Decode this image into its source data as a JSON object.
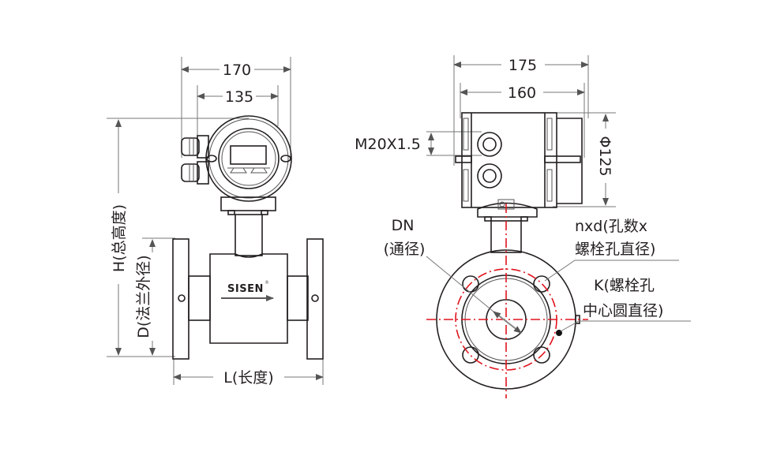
{
  "front_view": {
    "dim_width_outer": "170",
    "dim_width_inner": "135",
    "dim_height": "H(总高度)",
    "dim_flange_diameter": "D(法兰外径)",
    "dim_length": "L(长度)",
    "brand": "SISEN",
    "brand_mark": "®"
  },
  "side_view": {
    "dim_width_outer": "175",
    "dim_width_inner": "160",
    "dim_thread": "M20X1.5",
    "dim_diameter": "Φ125",
    "label_dn_1": "DN",
    "label_dn_2": "(通径)",
    "label_holes_1": "nxd(孔数x",
    "label_holes_2": "螺栓孔直径)",
    "label_k_1": "K(螺栓孔",
    "label_k_2": "中心圆直径)"
  },
  "colors": {
    "line": "#231f20",
    "centerline": "#e0141e"
  }
}
